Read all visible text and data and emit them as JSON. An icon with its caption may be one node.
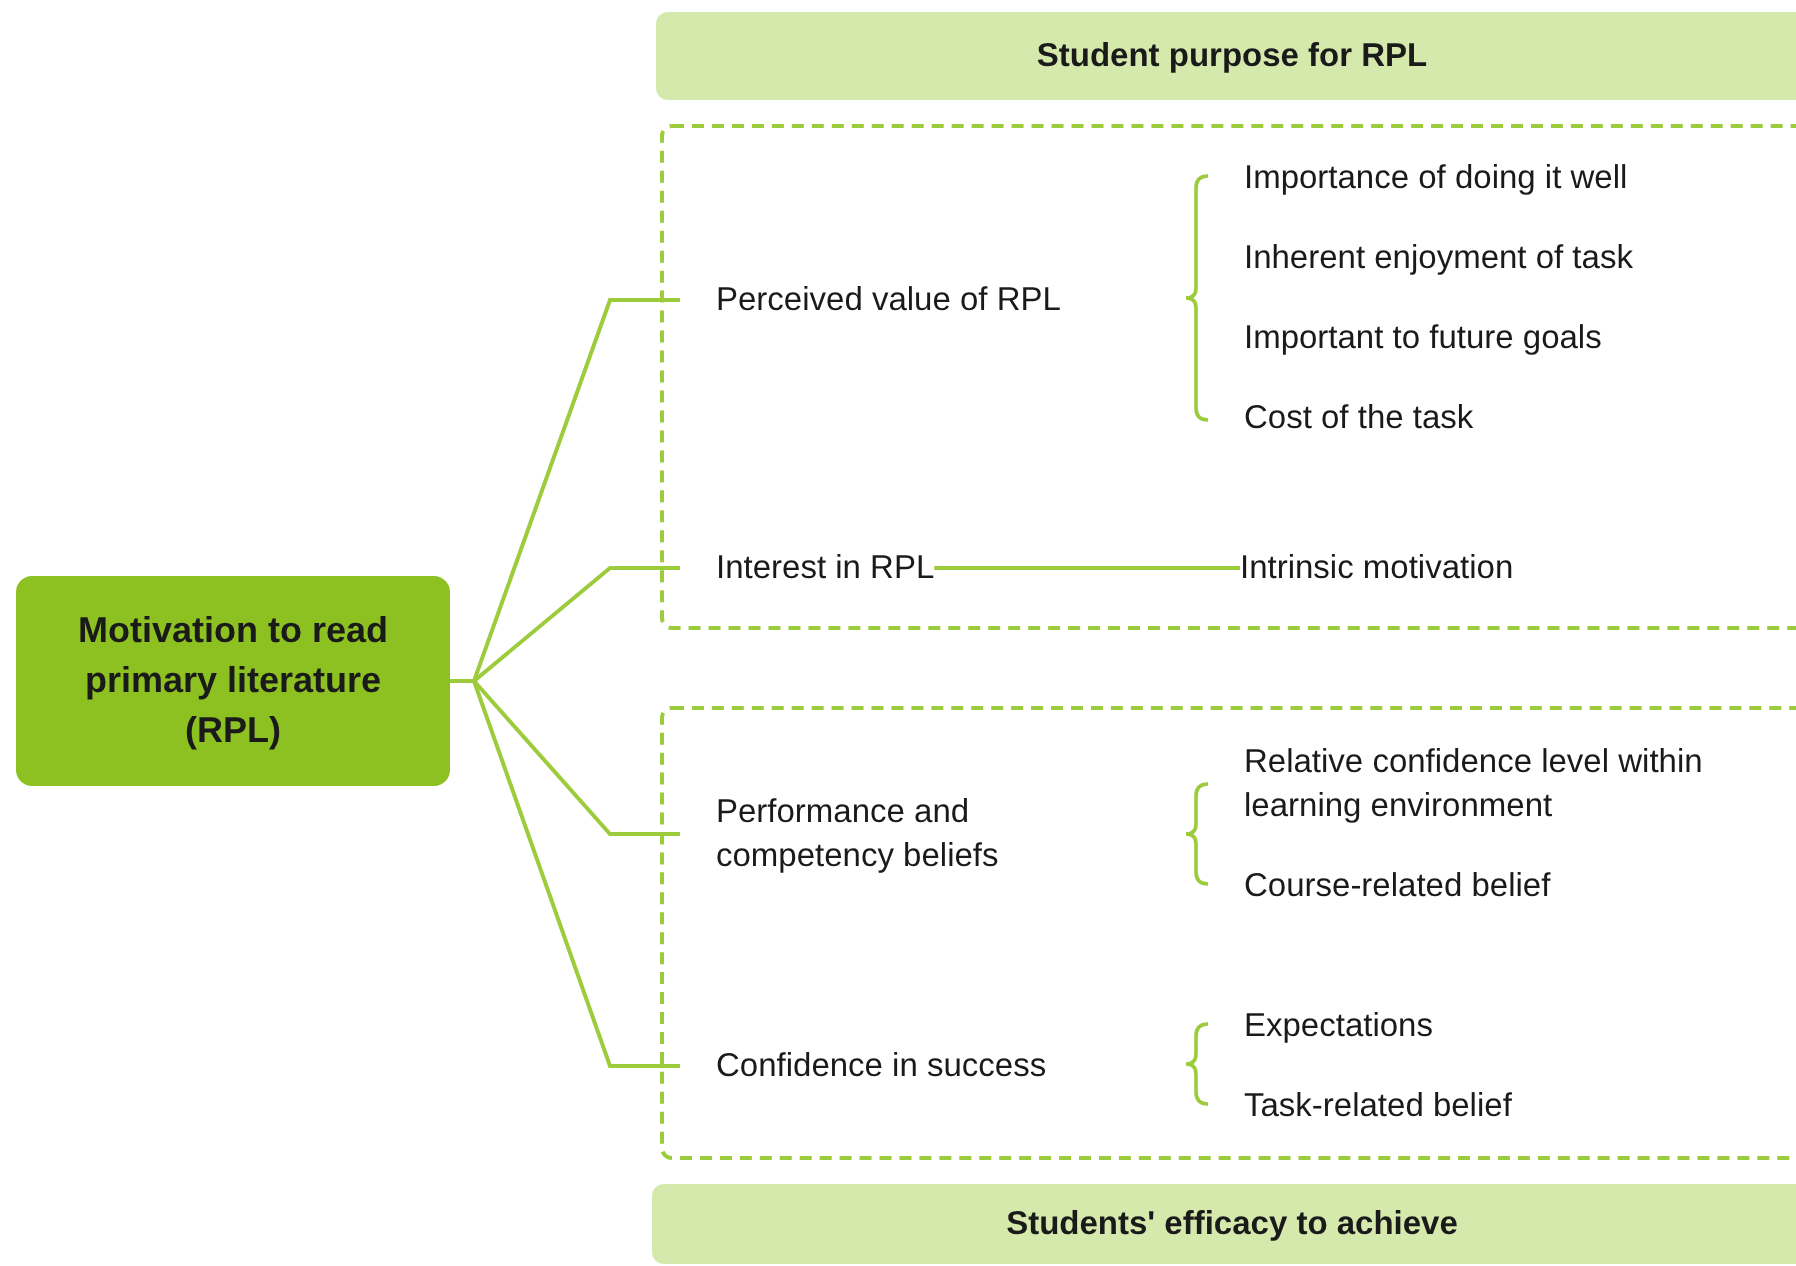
{
  "diagram": {
    "nodes": [
      {
        "text": [
          "Motivation to read primary literature (RPL)"
        ]
      },
      {
        "text": [
          "Student purpose for RPL"
        ]
      },
      {
        "text": [],
        "shape": "box"
      },
      {
        "text": [
          "Perceived value of RPL"
        ],
        "in": 2
      },
      {
        "text": [
          "Importance of doing it well"
        ],
        "in": 2
      },
      {
        "text": [
          "Inherent enjoyment of task"
        ],
        "in": 2
      },
      {
        "text": [
          "Important to future goals"
        ],
        "in": 2
      },
      {
        "text": [
          "Cost of the task"
        ],
        "in": 2
      },
      {
        "text": [
          "Interest in RPL"
        ],
        "in": 2
      },
      {
        "text": [
          "Intrinsic motivation"
        ],
        "in": 2
      },
      {
        "text": [],
        "shape": "box"
      },
      {
        "text": [
          "Performance and competency beliefs"
        ],
        "in": 10
      },
      {
        "text": [
          "Relative confidence level within learning environment"
        ],
        "in": 10
      },
      {
        "text": [
          "Course-related belief"
        ],
        "in": 10
      },
      {
        "text": [
          "Confidence in success"
        ],
        "in": 10
      },
      {
        "text": [
          "Expectations"
        ],
        "in": 10
      },
      {
        "text": [
          "Task-related belief"
        ],
        "in": 10
      },
      {
        "text": [
          "Students' efficacy to achieve"
        ]
      }
    ],
    "edges": [
      {
        "from": 0,
        "to": 3,
        "arrow": "none"
      },
      {
        "from": 0,
        "to": 8,
        "arrow": "none"
      },
      {
        "from": 0,
        "to": 11,
        "arrow": "none"
      },
      {
        "from": 0,
        "to": 14,
        "arrow": "none"
      },
      {
        "from": 8,
        "to": 9,
        "arrow": "none"
      }
    ]
  }
}
